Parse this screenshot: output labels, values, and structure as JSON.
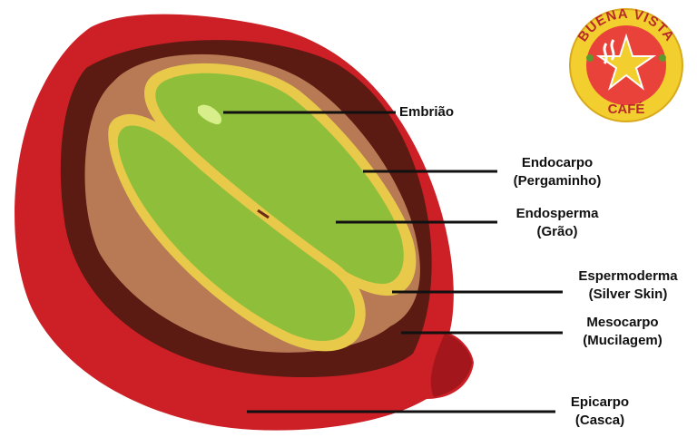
{
  "colors": {
    "epicarp": "#cc1f26",
    "epicarp_dark": "#a3161c",
    "mesocarp": "#5b1a12",
    "endocarp": "#b77a55",
    "spermoderm": "#e8c94a",
    "endosperm": "#8fbf3a",
    "embryo": "#d7ee8a",
    "leader": "#111111",
    "logo_ring": "#f2cf2e",
    "logo_inner": "#e9423b",
    "logo_text": "#b8292a"
  },
  "labels": {
    "embriao": {
      "line1": "Embrião"
    },
    "endocarpo": {
      "line1": "Endocarpo",
      "line2": "(Pergaminho)"
    },
    "endosperma": {
      "line1": "Endosperma",
      "line2": "(Grão)"
    },
    "espermoderma": {
      "line1": "Espermoderma",
      "line2": "(Silver Skin)"
    },
    "mesocarpo": {
      "line1": "Mesocarpo",
      "line2": "(Mucilagem)"
    },
    "epicarpo": {
      "line1": "Epicarpo",
      "line2": "(Casca)"
    }
  },
  "logo": {
    "top_text": "BUENA VISTA",
    "bottom_text": "CAFÉ",
    "icon": "star-cup-icon"
  }
}
